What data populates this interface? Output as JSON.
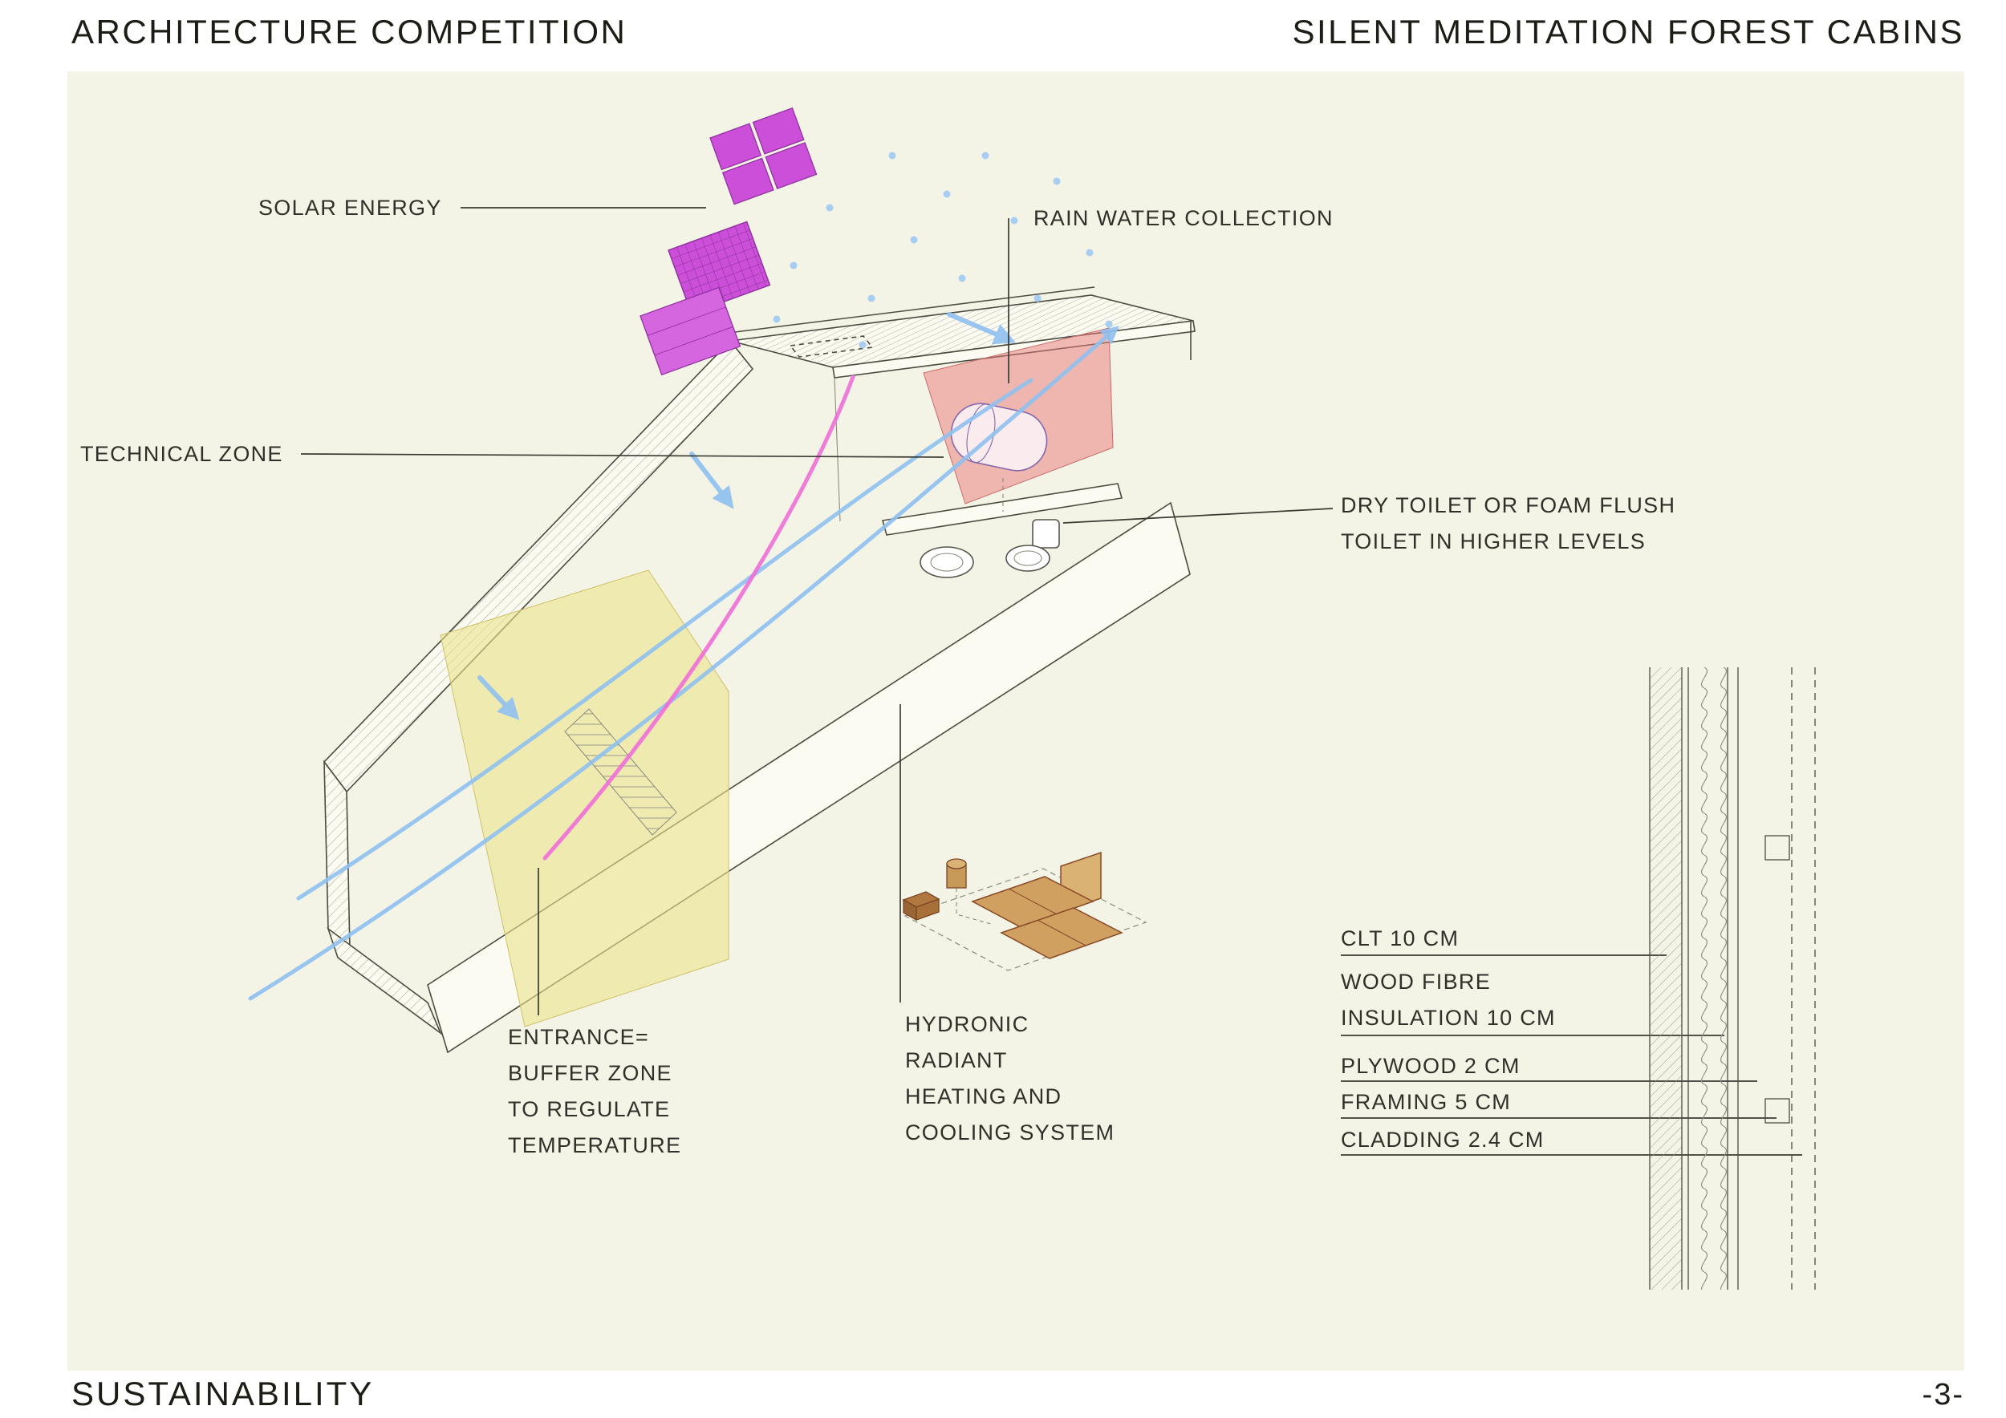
{
  "page": {
    "title_left": "ARCHITECTURE COMPETITION",
    "title_right": "SILENT MEDITATION FOREST CABINS",
    "footer_left": "SUSTAINABILITY",
    "page_number": "-3-"
  },
  "diagram": {
    "labels": {
      "solar_energy": "SOLAR ENERGY",
      "rain_water_collection": "RAIN WATER COLLECTION",
      "technical_zone": "TECHNICAL ZONE",
      "dry_toilet_lines": [
        "DRY TOILET OR FOAM FLUSH",
        "TOILET IN HIGHER LEVELS"
      ],
      "entrance_lines": [
        "ENTRANCE=",
        "BUFFER ZONE",
        "TO REGULATE",
        "TEMPERATURE"
      ],
      "hydronic_lines": [
        "HYDRONIC",
        "RADIANT",
        "HEATING AND",
        "COOLING SYSTEM"
      ]
    },
    "wall_detail": {
      "layers": [
        {
          "lines": [
            "CLT 10 CM"
          ]
        },
        {
          "lines": [
            "WOOD FIBRE",
            "INSULATION 10 CM"
          ]
        },
        {
          "lines": [
            "PLYWOOD 2 CM"
          ]
        },
        {
          "lines": [
            "FRAMING 5 CM"
          ]
        },
        {
          "lines": [
            "CLADDING 2.4 CM"
          ]
        }
      ]
    }
  },
  "colors": {
    "panel_background": "#f4f4e6",
    "line_work": "#4b4b40",
    "solar_panel_magenta": "#cb4fd8",
    "rain_zone_red": "#e87878",
    "buffer_zone_yellow": "#ebe28c",
    "airflow_blue": "#8fc1f0",
    "flow_magenta": "#ef6fd8",
    "wood_tan": "#cfa05f"
  }
}
